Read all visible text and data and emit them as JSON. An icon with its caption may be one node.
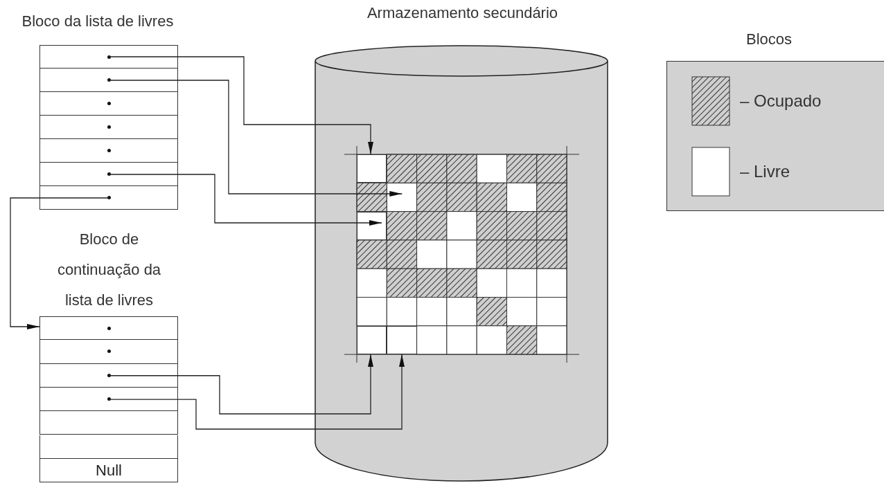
{
  "diagram": {
    "nodes": [
      {
        "text": [
          "Bloco da lista de livres"
        ]
      },
      {
        "text": [],
        "shape": "box",
        "in": 0
      },
      {
        "text": [],
        "shape": "box",
        "in": 0
      },
      {
        "text": [],
        "shape": "box",
        "in": 0
      },
      {
        "text": [],
        "shape": "box",
        "in": 0
      },
      {
        "text": [],
        "shape": "box",
        "in": 0
      },
      {
        "text": [],
        "shape": "box",
        "in": 0
      },
      {
        "text": [],
        "shape": "box",
        "in": 0
      },
      {
        "text": [
          "Bloco de continuação da lista de livres"
        ]
      },
      {
        "text": [],
        "shape": "box",
        "in": 8
      },
      {
        "text": [],
        "shape": "box",
        "in": 8
      },
      {
        "text": [],
        "shape": "box",
        "in": 8
      },
      {
        "text": [],
        "shape": "box",
        "in": 8
      },
      {
        "text": [],
        "shape": "box",
        "in": 8
      },
      {
        "text": [],
        "shape": "box",
        "in": 8
      },
      {
        "text": [
          "Null"
        ],
        "in": 8
      },
      {
        "text": [
          "Armazenamento secundário"
        ]
      },
      {
        "text": [],
        "shape": "box",
        "in": 16
      },
      {
        "text": [],
        "shape": "box",
        "in": 16
      },
      {
        "text": [],
        "shape": "box",
        "in": 16
      },
      {
        "text": [],
        "shape": "box",
        "in": 16
      },
      {
        "text": [],
        "shape": "box",
        "in": 16
      }
    ],
    "edges": [
      {
        "from": 1,
        "to": 17,
        "arrow": "to"
      },
      {
        "from": 2,
        "to": 18,
        "arrow": "to"
      },
      {
        "from": 6,
        "to": 19,
        "arrow": "to"
      },
      {
        "from": 7,
        "to": 9,
        "arrow": "to"
      },
      {
        "from": 11,
        "to": 20,
        "arrow": "to"
      },
      {
        "from": 12,
        "to": 21,
        "arrow": "to"
      }
    ],
    "labels": [
      "Blocos"
    ],
    "legend": [
      {
        "text": "– Ocupado"
      },
      {
        "text": "– Livre"
      }
    ]
  }
}
